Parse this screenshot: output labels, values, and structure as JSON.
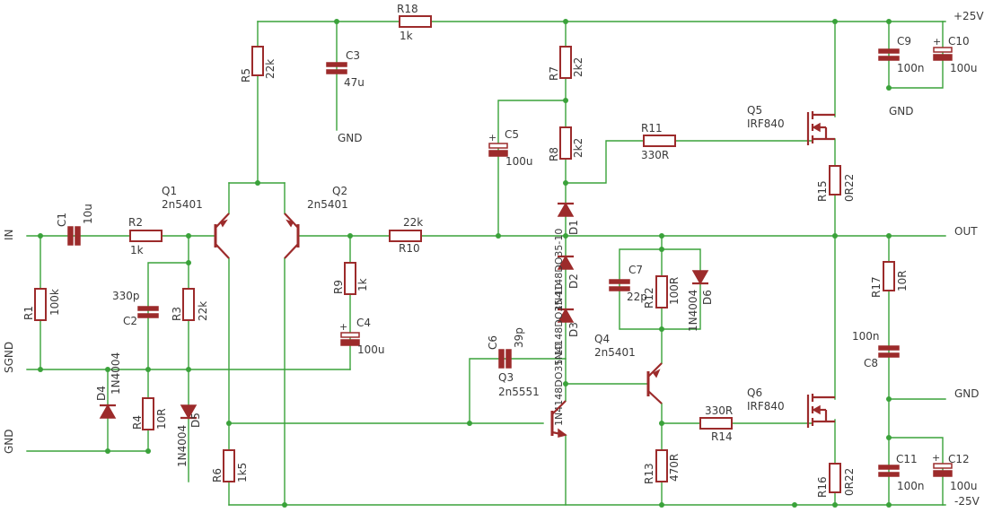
{
  "nets": {
    "vplus": "+25V",
    "vminus": "-25V",
    "in": "IN",
    "out": "OUT",
    "sgnd": "SGND",
    "gnd": "GND",
    "gnd_c3": "GND",
    "gnd_c9": "GND",
    "gnd_right": "GND"
  },
  "parts": {
    "r1": {
      "name": "R1",
      "value": "100k"
    },
    "r2": {
      "name": "R2",
      "value": "1k"
    },
    "r3": {
      "name": "R3",
      "value": "22k"
    },
    "r4": {
      "name": "R4",
      "value": "10R"
    },
    "r5": {
      "name": "R5",
      "value": "22k"
    },
    "r6": {
      "name": "R6",
      "value": "1k5"
    },
    "r7": {
      "name": "R7",
      "value": "2k2"
    },
    "r8": {
      "name": "R8",
      "value": "2k2"
    },
    "r9": {
      "name": "R9",
      "value": "1k"
    },
    "r10": {
      "name": "R10",
      "value": "22k"
    },
    "r11": {
      "name": "R11",
      "value": "330R"
    },
    "r12": {
      "name": "R12",
      "value": "100R"
    },
    "r13": {
      "name": "R13",
      "value": "470R"
    },
    "r14": {
      "name": "R14",
      "value": "330R"
    },
    "r15": {
      "name": "R15",
      "value": "0R22"
    },
    "r16": {
      "name": "R16",
      "value": "0R22"
    },
    "r17": {
      "name": "R17",
      "value": "10R"
    },
    "r18": {
      "name": "R18",
      "value": "1k"
    },
    "c1": {
      "name": "C1",
      "value": "10u"
    },
    "c2": {
      "name": "C2",
      "value": "330p"
    },
    "c3": {
      "name": "C3",
      "value": "47u"
    },
    "c4": {
      "name": "C4",
      "value": "100u"
    },
    "c5": {
      "name": "C5",
      "value": "100u"
    },
    "c6": {
      "name": "C6",
      "value": "39p"
    },
    "c7": {
      "name": "C7",
      "value": "22p"
    },
    "c8": {
      "name": "C8",
      "value": "100n"
    },
    "c9": {
      "name": "C9",
      "value": "100n"
    },
    "c10": {
      "name": "C10",
      "value": "100u"
    },
    "c11": {
      "name": "C11",
      "value": "100n"
    },
    "c12": {
      "name": "C12",
      "value": "100u"
    },
    "q1": {
      "name": "Q1",
      "value": "2n5401"
    },
    "q2": {
      "name": "Q2",
      "value": "2n5401"
    },
    "q3": {
      "name": "Q3",
      "value": "2n5551"
    },
    "q4": {
      "name": "Q4",
      "value": "2n5401"
    },
    "q5": {
      "name": "Q5",
      "value": "IRF840"
    },
    "q6": {
      "name": "Q6",
      "value": "IRF840"
    },
    "d1": {
      "name": "D1",
      "value": "1N4148DO35-10"
    },
    "d2": {
      "name": "D2",
      "value": "1N4148DO35-10"
    },
    "d3": {
      "name": "D3",
      "value": "1N4148DO35-10"
    },
    "d4": {
      "name": "D4",
      "value": "1N4004"
    },
    "d5": {
      "name": "D5",
      "value": "1N4004"
    },
    "d6": {
      "name": "D6",
      "value": "1N4004"
    }
  }
}
